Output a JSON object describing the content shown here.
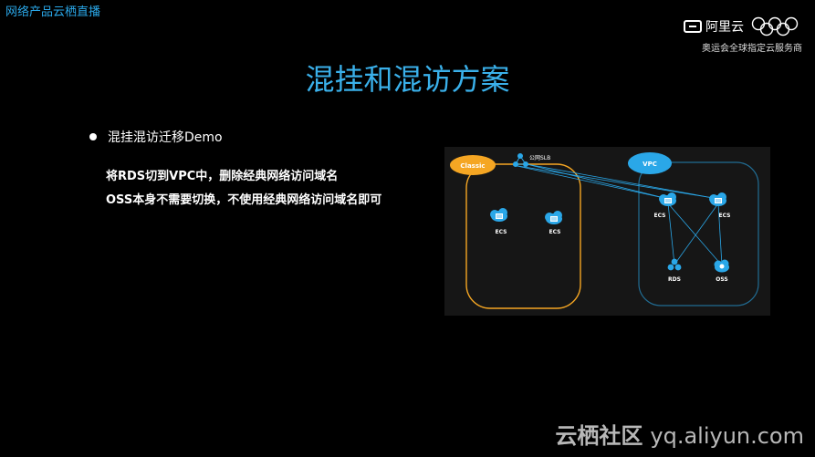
{
  "header": {
    "category": "网络产品云栖直播"
  },
  "brand": {
    "name": "阿里云",
    "tagline": "奥运会全球指定云服务商",
    "logo_icon": "aliyun-logo-icon",
    "rings_icon": "olympic-rings-icon"
  },
  "slide": {
    "title": "混挂和混访方案",
    "bullet": "混挂混访迁移Demo",
    "lines": [
      "将RDS切到VPC中，删除经典网络访问域名",
      "OSS本身不需要切换，不使用经典网络访问域名即可"
    ]
  },
  "diagram": {
    "classic_label": "Classic",
    "vpc_label": "VPC",
    "slb_label": "公网SLB",
    "classic_ecs": [
      "ECS",
      "ECS"
    ],
    "vpc_ecs": [
      "ECS",
      "ECS"
    ],
    "rds_label": "RDS",
    "oss_label": "OSS",
    "colors": {
      "classic": "#f5a623",
      "vpc": "#2aa7e8",
      "node": "#2aa7e8"
    }
  },
  "watermark": {
    "text1": "云栖社区",
    "text2": "yq.aliyun.com"
  }
}
